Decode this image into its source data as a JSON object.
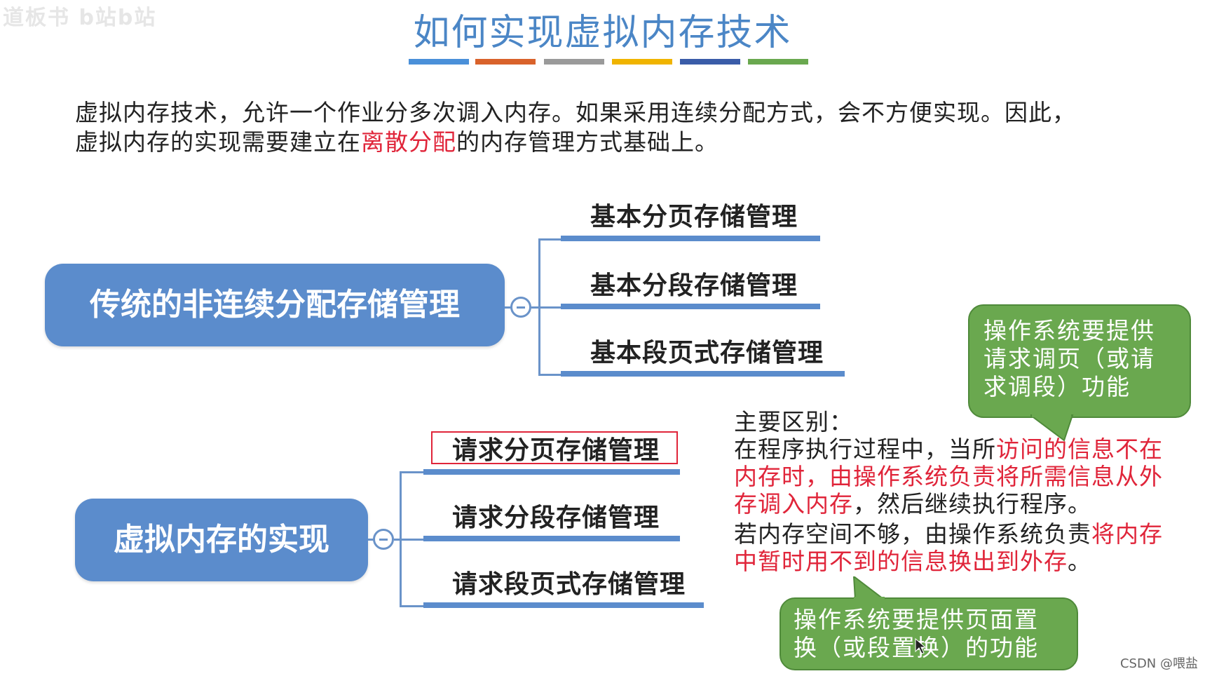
{
  "watermark": "道板书 b站b站",
  "title": "如何实现虚拟内存技术",
  "title_bar_colors": [
    "#4a90d9",
    "#d9622b",
    "#9a9a9a",
    "#f0b400",
    "#3a5ca8",
    "#6aa84f"
  ],
  "intro": {
    "line1": "虚拟内存技术，允许一个作业分多次调入内存。如果采用连续分配方式，会不方便实现。因此，",
    "line2_before": "虚拟内存的实现需要建立在",
    "line2_highlight": "离散分配",
    "line2_after": "的内存管理方式基础上。"
  },
  "map1": {
    "root": "传统的非连续分配存储管理",
    "children": [
      "基本分页存储管理",
      "基本分段存储管理",
      "基本段页式存储管理"
    ]
  },
  "map2": {
    "root": "虚拟内存的实现",
    "children": [
      "请求分页存储管理",
      "请求分段存储管理",
      "请求段页式存储管理"
    ]
  },
  "differences": {
    "heading": "主要区别：",
    "p1_a": "在程序执行过程中，当所",
    "p1_b": "访问的信息不在",
    "p1_c": "内存时，由操作系统负责将所需信息从外",
    "p1_d": "存调入内存",
    "p1_e": "，然后继续执行程序。",
    "p2_a": "若内存空间不够，由操作系统负责",
    "p2_b": "将内存",
    "p2_c": "中暂时用不到的信息换出到外存",
    "p2_d": "。"
  },
  "bubble1": [
    "操作系统要提供",
    "请求调页（或请",
    "求调段）功能"
  ],
  "bubble2": [
    "操作系统要提供页面置",
    "换（或段置换）的功能"
  ],
  "credit": "CSDN @喂盐"
}
